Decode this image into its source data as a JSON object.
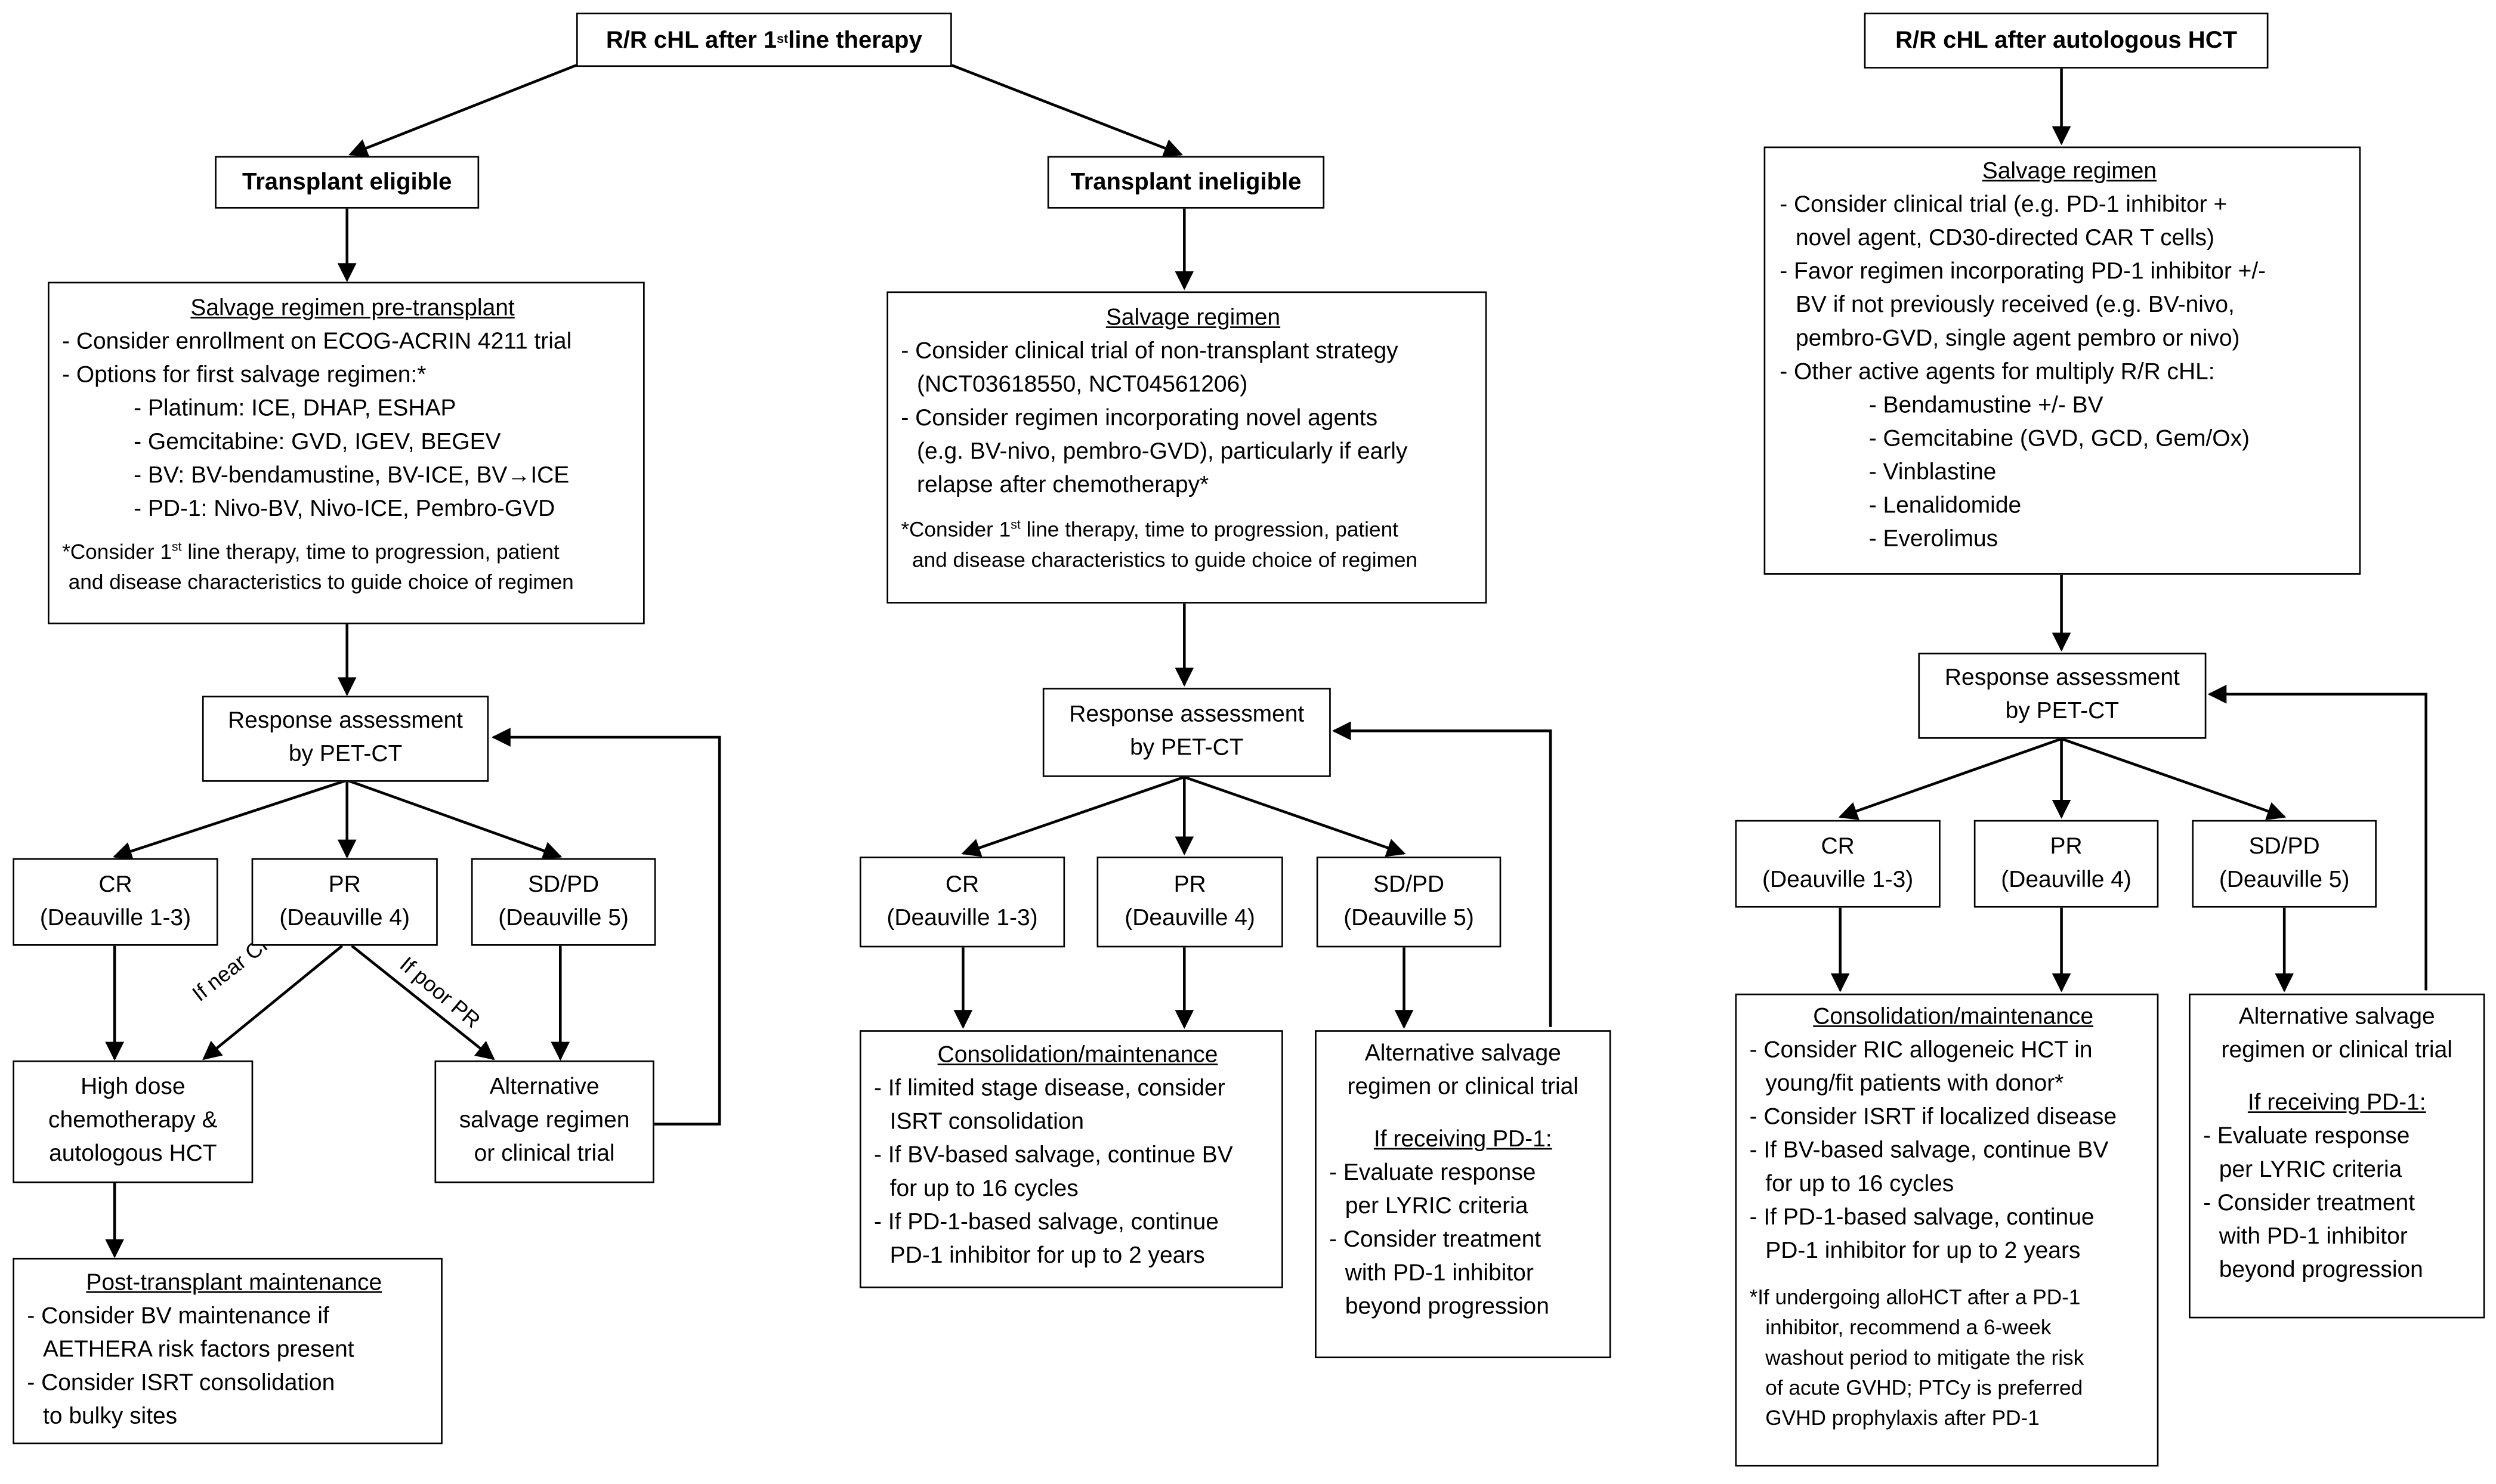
{
  "left": {
    "root": {
      "pre": "R/R cHL after 1",
      "sup": "st",
      "post": " line therapy"
    },
    "eligible": {
      "title": "Transplant eligible",
      "salvage": {
        "heading": "Salvage regimen pre-transplant",
        "line1": "- Consider enrollment on ECOG-ACRIN 4211 trial",
        "line2": "- Options for first salvage regimen:*",
        "line3": "- Platinum: ICE, DHAP, ESHAP",
        "line4": "- Gemcitabine: GVD, IGEV, BEGEV",
        "line5": "- BV: BV-bendamustine, BV-ICE, BV→ICE",
        "line6": "- PD-1: Nivo-BV, Nivo-ICE, Pembro-GVD",
        "note_pre": "*Consider 1",
        "note_sup": "st",
        "note_post": " line therapy, time to progression, patient",
        "note_line2": "and disease characteristics to guide choice of regimen"
      },
      "response": {
        "line1": "Response assessment",
        "line2": "by PET-CT"
      },
      "cr": {
        "line1": "CR",
        "line2": "(Deauville 1-3)"
      },
      "pr": {
        "line1": "PR",
        "line2": "(Deauville 4)"
      },
      "sdpd": {
        "line1": "SD/PD",
        "line2": "(Deauville 5)"
      },
      "if_near_cr": "If near CR",
      "if_poor_pr": "If poor PR",
      "hdc": {
        "line1": "High dose",
        "line2": "chemotherapy &",
        "line3": "autologous HCT"
      },
      "alt": {
        "line1": "Alternative",
        "line2": "salvage regimen",
        "line3": "or clinical trial"
      },
      "post": {
        "heading": "Post-transplant maintenance",
        "line1": "- Consider BV maintenance if",
        "line2": "AETHERA risk factors present",
        "line3": "- Consider ISRT consolidation",
        "line4": "to bulky sites"
      }
    },
    "ineligible": {
      "title": "Transplant ineligible",
      "salvage": {
        "heading": "Salvage regimen",
        "line1": "- Consider clinical trial of non-transplant strategy",
        "line2": "(NCT03618550, NCT04561206)",
        "line3": "- Consider regimen incorporating novel agents",
        "line4": "(e.g. BV-nivo, pembro-GVD), particularly if early",
        "line5": "relapse after chemotherapy*",
        "note_pre": "*Consider 1",
        "note_sup": "st",
        "note_post": " line therapy, time to progression, patient",
        "note_line2": "and disease characteristics to guide choice of regimen"
      },
      "response": {
        "line1": "Response assessment",
        "line2": "by PET-CT"
      },
      "cr": {
        "line1": "CR",
        "line2": "(Deauville 1-3)"
      },
      "pr": {
        "line1": "PR",
        "line2": "(Deauville 4)"
      },
      "sdpd": {
        "line1": "SD/PD",
        "line2": "(Deauville 5)"
      },
      "consol": {
        "heading": "Consolidation/maintenance",
        "line1": "- If limited stage disease, consider",
        "line2": "ISRT consolidation",
        "line3": "- If BV-based salvage, continue BV",
        "line4": "for up to 16 cycles",
        "line5": "- If PD-1-based salvage, continue",
        "line6": "PD-1 inhibitor for up to 2 years"
      },
      "alt": {
        "line1": "Alternative salvage",
        "line2": "regimen or clinical trial",
        "pd1_heading": "If receiving PD-1:",
        "line3": "- Evaluate response",
        "line4": "per LYRIC criteria",
        "line5": "- Consider treatment",
        "line6": "with PD-1 inhibitor",
        "line7": "beyond progression"
      }
    }
  },
  "right": {
    "root": "R/R cHL after autologous HCT",
    "salvage": {
      "heading": "Salvage regimen",
      "line1": "- Consider clinical trial (e.g. PD-1 inhibitor +",
      "line2": "novel agent, CD30-directed CAR T cells)",
      "line3": "- Favor regimen incorporating PD-1 inhibitor +/-",
      "line4": "BV if not previously received (e.g. BV-nivo,",
      "line5": "pembro-GVD, single agent pembro or nivo)",
      "line6": "- Other active agents for multiply R/R cHL:",
      "line7": "- Bendamustine +/- BV",
      "line8": "- Gemcitabine (GVD, GCD, Gem/Ox)",
      "line9": "- Vinblastine",
      "line10": "- Lenalidomide",
      "line11": "- Everolimus"
    },
    "response": {
      "line1": "Response assessment",
      "line2": "by PET-CT"
    },
    "cr": {
      "line1": "CR",
      "line2": "(Deauville 1-3)"
    },
    "pr": {
      "line1": "PR",
      "line2": "(Deauville 4)"
    },
    "sdpd": {
      "line1": "SD/PD",
      "line2": "(Deauville 5)"
    },
    "consol": {
      "heading": "Consolidation/maintenance",
      "line1": "- Consider RIC allogeneic HCT in",
      "line2": "young/fit patients with donor*",
      "line3": "- Consider ISRT if localized disease",
      "line4": "- If BV-based salvage, continue BV",
      "line5": "for up to 16 cycles",
      "line6": "- If PD-1-based salvage, continue",
      "line7": "PD-1 inhibitor for up to 2 years",
      "note1": "*If undergoing alloHCT after a PD-1",
      "note2": "inhibitor, recommend a 6-week",
      "note3": "washout period to mitigate the risk",
      "note4": "of acute GVHD; PTCy is preferred",
      "note5": "GVHD prophylaxis after PD-1"
    },
    "alt": {
      "line1": "Alternative salvage",
      "line2": "regimen or clinical trial",
      "pd1_heading": "If receiving PD-1:",
      "line3": "- Evaluate response",
      "line4": "per LYRIC criteria",
      "line5": "- Consider treatment",
      "line6": "with PD-1 inhibitor",
      "line7": "beyond progression"
    }
  }
}
